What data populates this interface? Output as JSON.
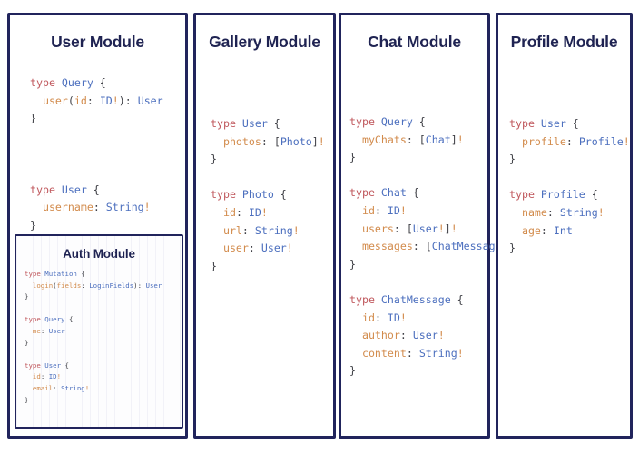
{
  "page": {
    "background": "#ffffff",
    "border_color": "#21245c",
    "title_color": "#1f2352",
    "accent_colors": {
      "keyword": "#c0585d",
      "type_name": "#4c6fbe",
      "field_name": "#d28b4c",
      "punctuation": "#3f4046",
      "non_null": "#d28b4c"
    }
  },
  "panels": [
    {
      "id": "user",
      "title": "User Module",
      "code_lines": [
        [
          {
            "t": "type ",
            "c": "k-type"
          },
          {
            "t": "Query",
            "c": "k-name"
          },
          {
            "t": " {",
            "c": "k-punc"
          }
        ],
        [
          {
            "t": "  ",
            "c": "k-punc"
          },
          {
            "t": "user",
            "c": "k-field"
          },
          {
            "t": "(",
            "c": "k-punc"
          },
          {
            "t": "id",
            "c": "k-field"
          },
          {
            "t": ": ",
            "c": "k-punc"
          },
          {
            "t": "ID",
            "c": "k-name"
          },
          {
            "t": "!",
            "c": "k-bang"
          },
          {
            "t": "): ",
            "c": "k-punc"
          },
          {
            "t": "User",
            "c": "k-name"
          }
        ],
        [
          {
            "t": "}",
            "c": "k-punc"
          }
        ],
        [
          {
            "t": "",
            "c": "k-punc"
          }
        ],
        [
          {
            "t": "",
            "c": "k-punc"
          }
        ],
        [
          {
            "t": "",
            "c": "k-punc"
          }
        ],
        [
          {
            "t": "type ",
            "c": "k-type"
          },
          {
            "t": "User",
            "c": "k-name"
          },
          {
            "t": " {",
            "c": "k-punc"
          }
        ],
        [
          {
            "t": "  ",
            "c": "k-punc"
          },
          {
            "t": "username",
            "c": "k-field"
          },
          {
            "t": ": ",
            "c": "k-punc"
          },
          {
            "t": "String",
            "c": "k-name"
          },
          {
            "t": "!",
            "c": "k-bang"
          }
        ],
        [
          {
            "t": "}",
            "c": "k-punc"
          }
        ]
      ],
      "nested": {
        "id": "auth",
        "title": "Auth Module",
        "code_lines": [
          [
            {
              "t": "type ",
              "c": "k-type"
            },
            {
              "t": "Mutation",
              "c": "k-name"
            },
            {
              "t": " {",
              "c": "k-punc"
            }
          ],
          [
            {
              "t": "  ",
              "c": "k-punc"
            },
            {
              "t": "login",
              "c": "k-field"
            },
            {
              "t": "(",
              "c": "k-punc"
            },
            {
              "t": "fields",
              "c": "k-field"
            },
            {
              "t": ": ",
              "c": "k-punc"
            },
            {
              "t": "LoginFields",
              "c": "k-name"
            },
            {
              "t": "): ",
              "c": "k-punc"
            },
            {
              "t": "User",
              "c": "k-name"
            }
          ],
          [
            {
              "t": "}",
              "c": "k-punc"
            }
          ],
          [
            {
              "t": "",
              "c": "k-punc"
            }
          ],
          [
            {
              "t": "type ",
              "c": "k-type"
            },
            {
              "t": "Query",
              "c": "k-name"
            },
            {
              "t": " {",
              "c": "k-punc"
            }
          ],
          [
            {
              "t": "  ",
              "c": "k-punc"
            },
            {
              "t": "me",
              "c": "k-field"
            },
            {
              "t": ": ",
              "c": "k-punc"
            },
            {
              "t": "User",
              "c": "k-name"
            }
          ],
          [
            {
              "t": "}",
              "c": "k-punc"
            }
          ],
          [
            {
              "t": "",
              "c": "k-punc"
            }
          ],
          [
            {
              "t": "type ",
              "c": "k-type"
            },
            {
              "t": "User",
              "c": "k-name"
            },
            {
              "t": " {",
              "c": "k-punc"
            }
          ],
          [
            {
              "t": "  ",
              "c": "k-punc"
            },
            {
              "t": "id",
              "c": "k-field"
            },
            {
              "t": ": ",
              "c": "k-punc"
            },
            {
              "t": "ID",
              "c": "k-name"
            },
            {
              "t": "!",
              "c": "k-bang"
            }
          ],
          [
            {
              "t": "  ",
              "c": "k-punc"
            },
            {
              "t": "email",
              "c": "k-field"
            },
            {
              "t": ": ",
              "c": "k-punc"
            },
            {
              "t": "String",
              "c": "k-name"
            },
            {
              "t": "!",
              "c": "k-bang"
            }
          ],
          [
            {
              "t": "}",
              "c": "k-punc"
            }
          ]
        ]
      }
    },
    {
      "id": "gallery",
      "title": "Gallery Module",
      "code_lines": [
        [
          {
            "t": "type ",
            "c": "k-type"
          },
          {
            "t": "User",
            "c": "k-name"
          },
          {
            "t": " {",
            "c": "k-punc"
          }
        ],
        [
          {
            "t": "  ",
            "c": "k-punc"
          },
          {
            "t": "photos",
            "c": "k-field"
          },
          {
            "t": ": [",
            "c": "k-punc"
          },
          {
            "t": "Photo",
            "c": "k-name"
          },
          {
            "t": "]",
            "c": "k-punc"
          },
          {
            "t": "!",
            "c": "k-bang"
          }
        ],
        [
          {
            "t": "}",
            "c": "k-punc"
          }
        ],
        [
          {
            "t": "",
            "c": "k-punc"
          }
        ],
        [
          {
            "t": "type ",
            "c": "k-type"
          },
          {
            "t": "Photo",
            "c": "k-name"
          },
          {
            "t": " {",
            "c": "k-punc"
          }
        ],
        [
          {
            "t": "  ",
            "c": "k-punc"
          },
          {
            "t": "id",
            "c": "k-field"
          },
          {
            "t": ": ",
            "c": "k-punc"
          },
          {
            "t": "ID",
            "c": "k-name"
          },
          {
            "t": "!",
            "c": "k-bang"
          }
        ],
        [
          {
            "t": "  ",
            "c": "k-punc"
          },
          {
            "t": "url",
            "c": "k-field"
          },
          {
            "t": ": ",
            "c": "k-punc"
          },
          {
            "t": "String",
            "c": "k-name"
          },
          {
            "t": "!",
            "c": "k-bang"
          }
        ],
        [
          {
            "t": "  ",
            "c": "k-punc"
          },
          {
            "t": "user",
            "c": "k-field"
          },
          {
            "t": ": ",
            "c": "k-punc"
          },
          {
            "t": "User",
            "c": "k-name"
          },
          {
            "t": "!",
            "c": "k-bang"
          }
        ],
        [
          {
            "t": "}",
            "c": "k-punc"
          }
        ]
      ]
    },
    {
      "id": "chat",
      "title": "Chat Module",
      "code_lines": [
        [
          {
            "t": "type ",
            "c": "k-type"
          },
          {
            "t": "Query",
            "c": "k-name"
          },
          {
            "t": " {",
            "c": "k-punc"
          }
        ],
        [
          {
            "t": "  ",
            "c": "k-punc"
          },
          {
            "t": "myChats",
            "c": "k-field"
          },
          {
            "t": ": [",
            "c": "k-punc"
          },
          {
            "t": "Chat",
            "c": "k-name"
          },
          {
            "t": "]",
            "c": "k-punc"
          },
          {
            "t": "!",
            "c": "k-bang"
          }
        ],
        [
          {
            "t": "}",
            "c": "k-punc"
          }
        ],
        [
          {
            "t": "",
            "c": "k-punc"
          }
        ],
        [
          {
            "t": "type ",
            "c": "k-type"
          },
          {
            "t": "Chat",
            "c": "k-name"
          },
          {
            "t": " {",
            "c": "k-punc"
          }
        ],
        [
          {
            "t": "  ",
            "c": "k-punc"
          },
          {
            "t": "id",
            "c": "k-field"
          },
          {
            "t": ": ",
            "c": "k-punc"
          },
          {
            "t": "ID",
            "c": "k-name"
          },
          {
            "t": "!",
            "c": "k-bang"
          }
        ],
        [
          {
            "t": "  ",
            "c": "k-punc"
          },
          {
            "t": "users",
            "c": "k-field"
          },
          {
            "t": ": [",
            "c": "k-punc"
          },
          {
            "t": "User",
            "c": "k-name"
          },
          {
            "t": "!",
            "c": "k-bang"
          },
          {
            "t": "]",
            "c": "k-punc"
          },
          {
            "t": "!",
            "c": "k-bang"
          }
        ],
        [
          {
            "t": "  ",
            "c": "k-punc"
          },
          {
            "t": "messages",
            "c": "k-field"
          },
          {
            "t": ": [",
            "c": "k-punc"
          },
          {
            "t": "ChatMessage",
            "c": "k-name"
          },
          {
            "t": "]",
            "c": "k-punc"
          },
          {
            "t": "!",
            "c": "k-bang"
          }
        ],
        [
          {
            "t": "}",
            "c": "k-punc"
          }
        ],
        [
          {
            "t": "",
            "c": "k-punc"
          }
        ],
        [
          {
            "t": "type ",
            "c": "k-type"
          },
          {
            "t": "ChatMessage",
            "c": "k-name"
          },
          {
            "t": " {",
            "c": "k-punc"
          }
        ],
        [
          {
            "t": "  ",
            "c": "k-punc"
          },
          {
            "t": "id",
            "c": "k-field"
          },
          {
            "t": ": ",
            "c": "k-punc"
          },
          {
            "t": "ID",
            "c": "k-name"
          },
          {
            "t": "!",
            "c": "k-bang"
          }
        ],
        [
          {
            "t": "  ",
            "c": "k-punc"
          },
          {
            "t": "author",
            "c": "k-field"
          },
          {
            "t": ": ",
            "c": "k-punc"
          },
          {
            "t": "User",
            "c": "k-name"
          },
          {
            "t": "!",
            "c": "k-bang"
          }
        ],
        [
          {
            "t": "  ",
            "c": "k-punc"
          },
          {
            "t": "content",
            "c": "k-field"
          },
          {
            "t": ": ",
            "c": "k-punc"
          },
          {
            "t": "String",
            "c": "k-name"
          },
          {
            "t": "!",
            "c": "k-bang"
          }
        ],
        [
          {
            "t": "}",
            "c": "k-punc"
          }
        ]
      ]
    },
    {
      "id": "profile",
      "title": "Profile Module",
      "code_lines": [
        [
          {
            "t": "type ",
            "c": "k-type"
          },
          {
            "t": "User",
            "c": "k-name"
          },
          {
            "t": " {",
            "c": "k-punc"
          }
        ],
        [
          {
            "t": "  ",
            "c": "k-punc"
          },
          {
            "t": "profile",
            "c": "k-field"
          },
          {
            "t": ": ",
            "c": "k-punc"
          },
          {
            "t": "Profile",
            "c": "k-name"
          },
          {
            "t": "!",
            "c": "k-bang"
          }
        ],
        [
          {
            "t": "}",
            "c": "k-punc"
          }
        ],
        [
          {
            "t": "",
            "c": "k-punc"
          }
        ],
        [
          {
            "t": "type ",
            "c": "k-type"
          },
          {
            "t": "Profile",
            "c": "k-name"
          },
          {
            "t": " {",
            "c": "k-punc"
          }
        ],
        [
          {
            "t": "  ",
            "c": "k-punc"
          },
          {
            "t": "name",
            "c": "k-field"
          },
          {
            "t": ": ",
            "c": "k-punc"
          },
          {
            "t": "String",
            "c": "k-name"
          },
          {
            "t": "!",
            "c": "k-bang"
          }
        ],
        [
          {
            "t": "  ",
            "c": "k-punc"
          },
          {
            "t": "age",
            "c": "k-field"
          },
          {
            "t": ": ",
            "c": "k-punc"
          },
          {
            "t": "Int",
            "c": "k-name"
          }
        ],
        [
          {
            "t": "}",
            "c": "k-punc"
          }
        ]
      ]
    }
  ]
}
